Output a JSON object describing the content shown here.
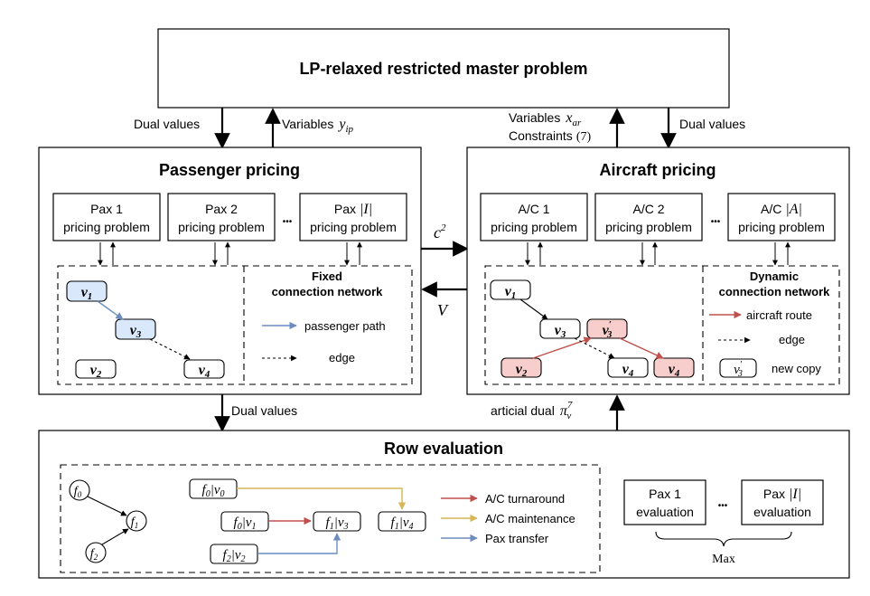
{
  "master": {
    "title": "LP-relaxed restricted master problem"
  },
  "flows": {
    "dual_values_left": "Dual values",
    "variables_left": "Variables",
    "variables_left_sym": "y",
    "variables_left_sub": "ip",
    "variables_right": "Variables",
    "variables_right_sym": "x",
    "variables_right_sub": "ar",
    "constraints_right": "Constraints",
    "constraints_right_ref": "(7)",
    "dual_values_right": "Dual values",
    "c2_sym": "c",
    "c2_sup": "2",
    "v_sym": "V",
    "dual_values_bottom": "Dual values",
    "artificial_dual": "articial  dual",
    "pi_sym": "π",
    "pi_sup": "7",
    "pi_sub": "v"
  },
  "passenger_pricing": {
    "title": "Passenger pricing",
    "pax1_line1": "Pax 1",
    "pax1_line2": "pricing problem",
    "pax2_line1": "Pax 2",
    "pax2_line2": "pricing problem",
    "ellipsis": "•••",
    "paxI_prefix": "Pax",
    "paxI_sym": "|I|",
    "paxI_line2": "pricing problem",
    "network_title_1": "Fixed",
    "network_title_2": "connection network",
    "legend_path": "passenger path",
    "legend_edge": "edge",
    "nodes": {
      "v1": "v",
      "v1_sub": "1",
      "v2": "v",
      "v2_sub": "2",
      "v3": "v",
      "v3_sub": "3",
      "v4": "v",
      "v4_sub": "4"
    }
  },
  "aircraft_pricing": {
    "title": "Aircraft pricing",
    "ac1_line1": "A/C 1",
    "ac1_line2": "pricing problem",
    "ac2_line1": "A/C 2",
    "ac2_line2": "pricing problem",
    "ellipsis": "•••",
    "acA_prefix": "A/C",
    "acA_sym": "|A|",
    "acA_line2": "pricing problem",
    "network_title_1": "Dynamic",
    "network_title_2": "connection network",
    "legend_route": "aircraft route",
    "legend_edge": "edge",
    "legend_copy": "new copy",
    "nodes": {
      "v": "v",
      "v1_sub": "1",
      "v2_sub": "2",
      "v3_sub": "3",
      "v4_sub": "4",
      "prime": "′"
    }
  },
  "row_evaluation": {
    "title": "Row evaluation",
    "f0": "f",
    "f0_sub": "0",
    "f1": "f",
    "f1_sub": "1",
    "f2": "f",
    "f2_sub": "2",
    "legend_turnaround": "A/C turnaround",
    "legend_maintenance": "A/C maintenance",
    "legend_transfer": "Pax transfer",
    "pax1_line1": "Pax 1",
    "pax1_line2": "evaluation",
    "ellipsis": "•••",
    "paxI_prefix": "Pax",
    "paxI_sym": "|I|",
    "paxI_line2": "evaluation",
    "max_label": "Max"
  },
  "colors": {
    "blue_fill": "#dae8fc",
    "blue_stroke": "#6c8ebf",
    "red_fill": "#f8cecc",
    "red_stroke": "#b85450",
    "red_arrow": "#c0504d",
    "yellow_arrow": "#d6b656",
    "blue_arrow": "#6c8ebf"
  }
}
